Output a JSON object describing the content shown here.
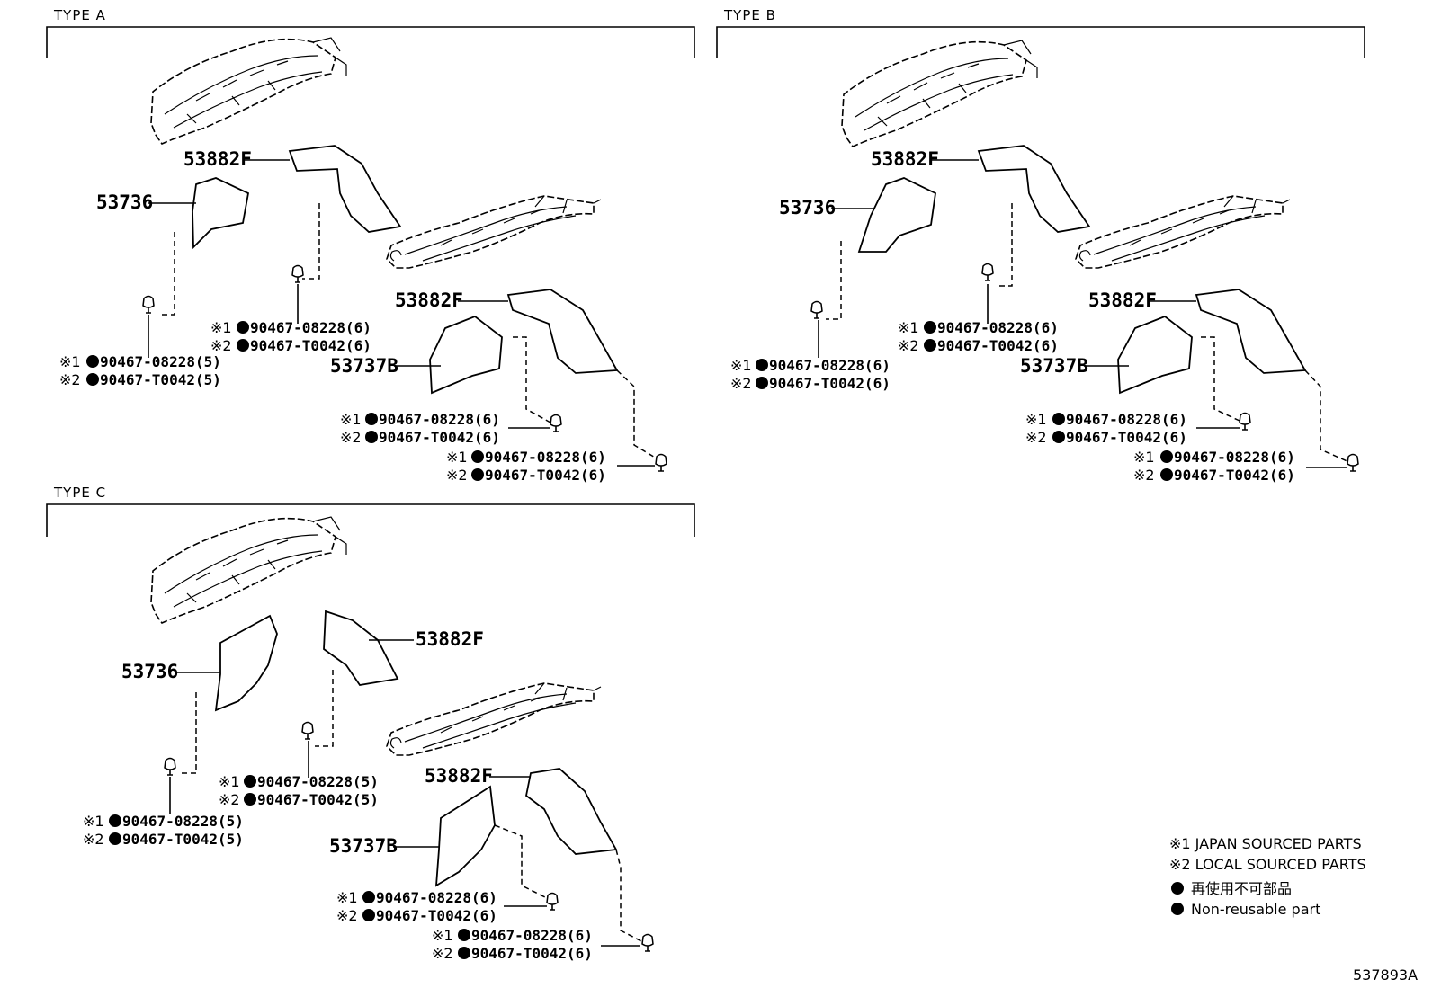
{
  "panels": [
    {
      "title": "TYPE  A",
      "parts": {
        "front_guard": "53736",
        "upper_seal": "53882F",
        "lower_seal": "53882F",
        "rear_guard": "53737B"
      },
      "fasteners": [
        {
          "l1": "※1",
          "p1": "90467-08228(5)",
          "l2": "※2",
          "p2": "90467-T0042(5)"
        },
        {
          "l1": "※1",
          "p1": "90467-08228(6)",
          "l2": "※2",
          "p2": "90467-T0042(6)"
        },
        {
          "l1": "※1",
          "p1": "90467-08228(6)",
          "l2": "※2",
          "p2": "90467-T0042(6)"
        },
        {
          "l1": "※1",
          "p1": "90467-08228(6)",
          "l2": "※2",
          "p2": "90467-T0042(6)"
        }
      ]
    },
    {
      "title": "TYPE  B",
      "parts": {
        "front_guard": "53736",
        "upper_seal": "53882F",
        "lower_seal": "53882F",
        "rear_guard": "53737B"
      },
      "fasteners": [
        {
          "l1": "※1",
          "p1": "90467-08228(6)",
          "l2": "※2",
          "p2": "90467-T0042(6)"
        },
        {
          "l1": "※1",
          "p1": "90467-08228(6)",
          "l2": "※2",
          "p2": "90467-T0042(6)"
        },
        {
          "l1": "※1",
          "p1": "90467-08228(6)",
          "l2": "※2",
          "p2": "90467-T0042(6)"
        },
        {
          "l1": "※1",
          "p1": "90467-08228(6)",
          "l2": "※2",
          "p2": "90467-T0042(6)"
        }
      ]
    },
    {
      "title": "TYPE  C",
      "parts": {
        "front_guard": "53736",
        "upper_seal": "53882F",
        "lower_seal": "53882F",
        "rear_guard": "53737B"
      },
      "fasteners": [
        {
          "l1": "※1",
          "p1": "90467-08228(5)",
          "l2": "※2",
          "p2": "90467-T0042(5)"
        },
        {
          "l1": "※1",
          "p1": "90467-08228(5)",
          "l2": "※2",
          "p2": "90467-T0042(5)"
        },
        {
          "l1": "※1",
          "p1": "90467-08228(6)",
          "l2": "※2",
          "p2": "90467-T0042(6)"
        },
        {
          "l1": "※1",
          "p1": "90467-08228(6)",
          "l2": "※2",
          "p2": "90467-T0042(6)"
        }
      ]
    }
  ],
  "legend": {
    "japan": "※1 JAPAN SOURCED PARTS",
    "local": "※2 LOCAL SOURCED PARTS",
    "nonreusable_jp": "再使用不可部品",
    "nonreusable_en": "Non-reusable part"
  },
  "drawing_code": "537893A"
}
